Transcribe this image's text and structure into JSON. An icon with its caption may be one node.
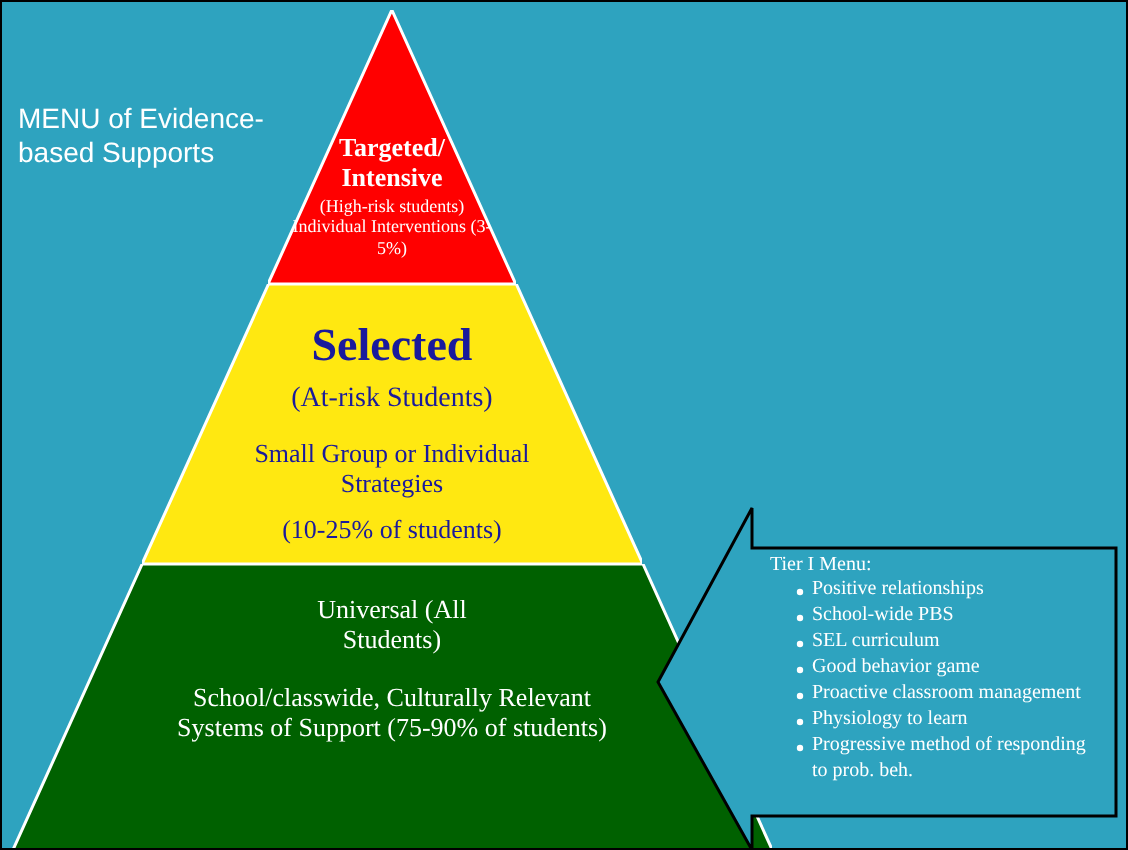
{
  "diagram": {
    "nodes": [
      {
        "text": [
          "Targeted/ Intensive",
          "(High-risk students) Individual Interventions (3-5%)"
        ]
      },
      {
        "text": [
          "Selected",
          "(At-risk Students)",
          "Small Group or Individual Strategies",
          "(10-25% of students)"
        ]
      },
      {
        "text": [
          "Universal (All Students)",
          "School/classwide, Culturally Relevant Systems of Support (75-90% of students)"
        ]
      },
      {
        "text": [
          "Tier I Menu:",
          "Positive relationships",
          "School-wide PBS",
          "SEL curriculum",
          "Good behavior game",
          "Proactive classroom management",
          "Physiology to learn",
          "Progressive method of responding to prob. beh."
        ]
      }
    ],
    "labels": [
      "MENU of Evidence-based Supports"
    ]
  }
}
